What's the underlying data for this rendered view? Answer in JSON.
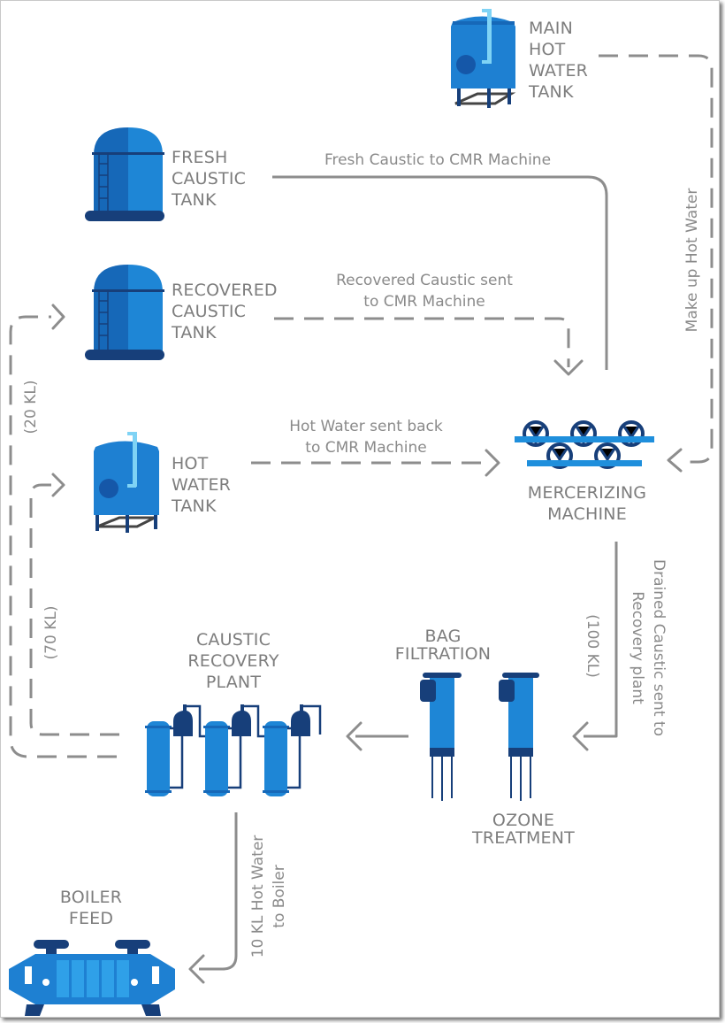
{
  "colors": {
    "primary_blue": "#1e7fd0",
    "light_blue": "#2f95e0",
    "dark_navy": "#173f7a",
    "pipe_cyan": "#7fd3f5",
    "label_gray": "#7d7d7d",
    "line_gray": "#8d8d8d"
  },
  "equipment": {
    "main_hot_water_tank": [
      "MAIN",
      "HOT",
      "WATER",
      "TANK"
    ],
    "fresh_caustic_tank": [
      "FRESH",
      "CAUSTIC",
      "TANK"
    ],
    "recovered_caustic_tank": [
      "RECOVERED",
      "CAUSTIC",
      "TANK"
    ],
    "hot_water_tank": [
      "HOT",
      "WATER",
      "TANK"
    ],
    "mercerizing_machine": [
      "MERCERIZING",
      "MACHINE"
    ],
    "bag_filtration": [
      "BAG",
      "FILTRATION"
    ],
    "ozone_treatment": [
      "OZONE",
      "TREATMENT"
    ],
    "caustic_recovery_plant": [
      "CAUSTIC",
      "RECOVERY",
      "PLANT"
    ],
    "boiler_feed": [
      "BOILER",
      "FEED"
    ]
  },
  "flows": {
    "fresh_caustic": "Fresh Caustic to CMR Machine",
    "recovered_caustic": [
      "Recovered Caustic sent",
      "to CMR Machine"
    ],
    "hot_water_back": [
      "Hot Water sent back",
      "to CMR Machine"
    ],
    "make_up_hot_water": "Make up Hot Water",
    "drained_caustic": [
      "Drained Caustic sent to",
      "Recovery plant"
    ],
    "drained_volume": "(100 KL)",
    "recovered_caustic_volume": "(20 KL)",
    "hot_water_volume": "(70 KL)",
    "boiler_hot_water": [
      "10 KL Hot Water",
      "to Boiler"
    ]
  }
}
